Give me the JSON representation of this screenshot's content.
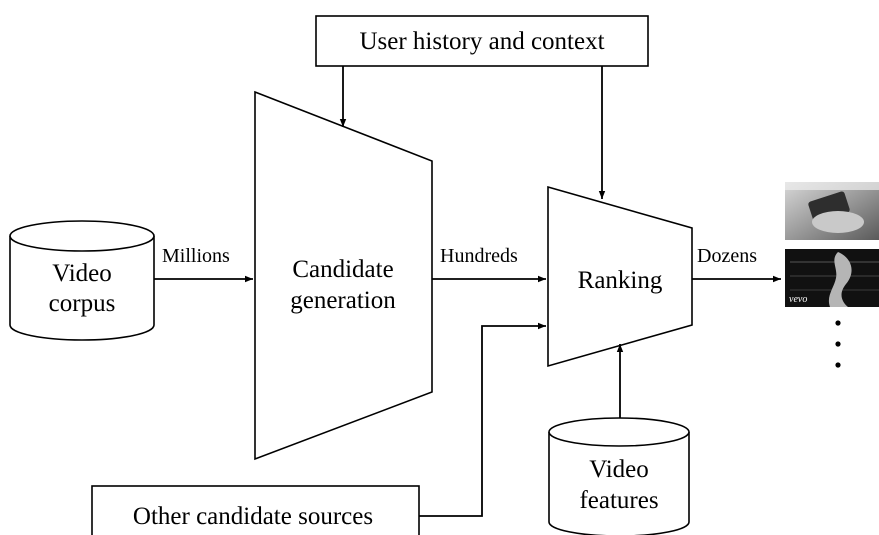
{
  "nodes": {
    "user_history": "User history and context",
    "video_corpus": [
      "Video",
      "corpus"
    ],
    "candidate_generation": [
      "Candidate",
      "generation"
    ],
    "ranking": "Ranking",
    "video_features": [
      "Video",
      "features"
    ],
    "other_sources": "Other candidate sources"
  },
  "edges": {
    "millions": "Millions",
    "hundreds": "Hundreds",
    "dozens": "Dozens"
  },
  "output": {
    "thumbnails": [
      "phone-hand-thumbnail",
      "vevo-music-thumbnail"
    ],
    "vevo_mark": "vevo",
    "more_indicator": "vertical-ellipsis"
  },
  "colors": {
    "stroke": "#000000",
    "background": "#ffffff"
  }
}
